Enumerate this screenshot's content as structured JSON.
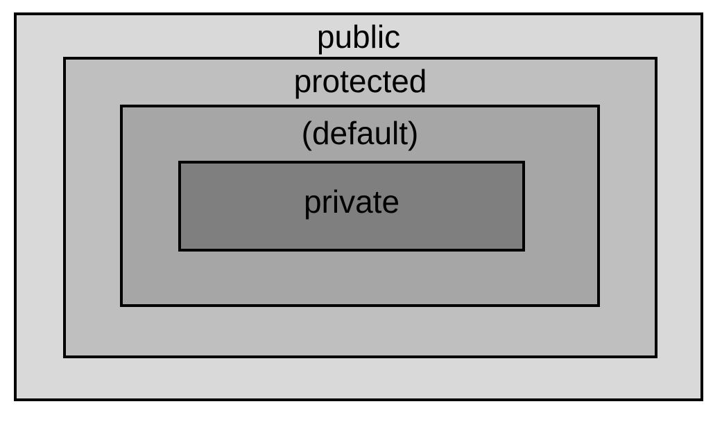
{
  "diagram": {
    "levels": [
      {
        "id": "public",
        "label": "public",
        "fill": "#d9d9d9"
      },
      {
        "id": "protected",
        "label": "protected",
        "fill": "#bfbfbf"
      },
      {
        "id": "default",
        "label": "(default)",
        "fill": "#a6a6a6"
      },
      {
        "id": "private",
        "label": "private",
        "fill": "#7f7f7f"
      }
    ],
    "border_color": "#000000",
    "text_color": "#000000"
  }
}
